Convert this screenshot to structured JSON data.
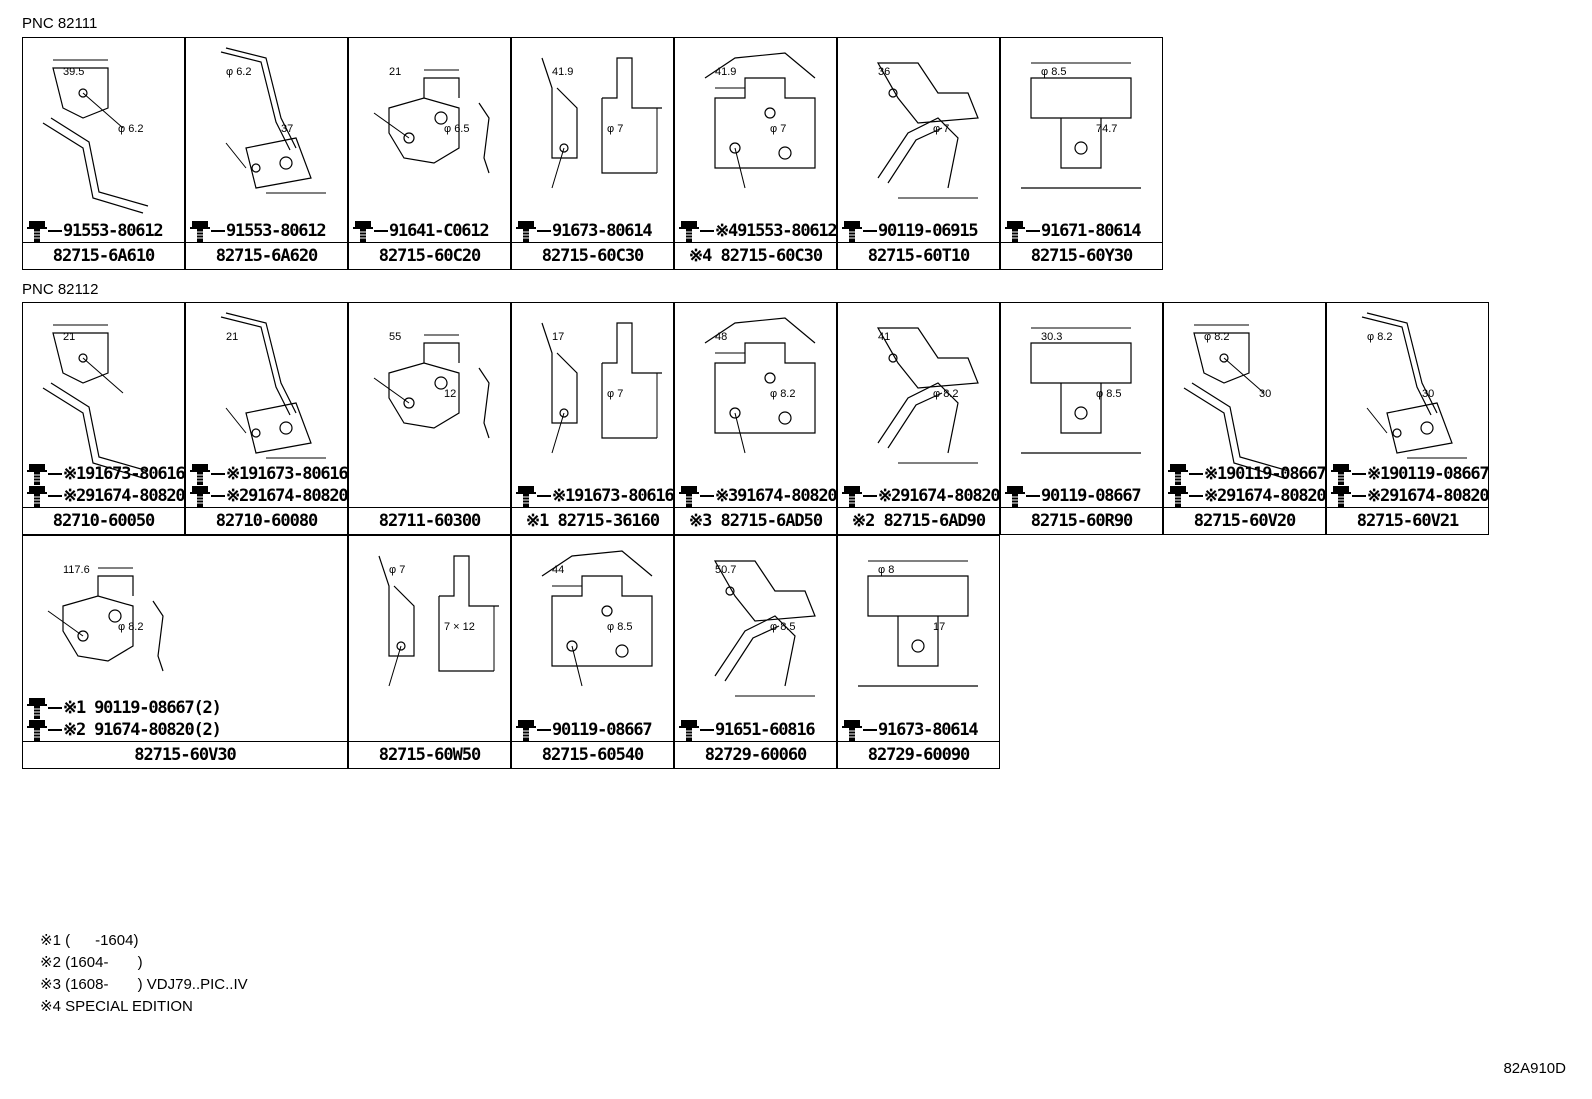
{
  "sections": [
    {
      "title": "PNC 82111"
    },
    {
      "title": "PNC 82112"
    }
  ],
  "cells": [
    {
      "part": "82715-6A610",
      "bolts": [
        "91553-80612"
      ],
      "dims": [
        "39.5",
        "φ 6.2"
      ]
    },
    {
      "part": "82715-6A620",
      "bolts": [
        "91553-80612"
      ],
      "dims": [
        "φ 6.2",
        "37"
      ]
    },
    {
      "part": "82715-60C20",
      "bolts": [
        "91641-C0612"
      ],
      "dims": [
        "21",
        "φ 6.5"
      ]
    },
    {
      "part": "82715-60C30",
      "bolts": [
        "91673-80614"
      ],
      "dims": [
        "41.9",
        "φ 7"
      ]
    },
    {
      "part": "※4 82715-60C30",
      "bolts": [
        "※491553-80612"
      ],
      "dims": [
        "41.9",
        "φ 7"
      ]
    },
    {
      "part": "82715-60T10",
      "bolts": [
        "90119-06915"
      ],
      "dims": [
        "36",
        "φ 7"
      ]
    },
    {
      "part": "82715-60Y30",
      "bolts": [
        "91671-80614"
      ],
      "dims": [
        "φ 8.5",
        "74.7"
      ]
    },
    {
      "part": "82710-60050",
      "bolts": [
        "※191673-80616",
        "※291674-80820"
      ],
      "dims": [
        "21"
      ]
    },
    {
      "part": "82710-60080",
      "bolts": [
        "※191673-80616",
        "※291674-80820"
      ],
      "dims": [
        "21"
      ]
    },
    {
      "part": "82711-60300",
      "bolts": [],
      "dims": [
        "55",
        "12"
      ]
    },
    {
      "part": "※1 82715-36160",
      "bolts": [
        "※191673-80616"
      ],
      "dims": [
        "17",
        "φ 7"
      ]
    },
    {
      "part": "※3 82715-6AD50",
      "bolts": [
        "※391674-80820"
      ],
      "dims": [
        "48",
        "φ 8.2"
      ]
    },
    {
      "part": "※2 82715-6AD90",
      "bolts": [
        "※291674-80820"
      ],
      "dims": [
        "41",
        "φ 8.2"
      ]
    },
    {
      "part": "82715-60R90",
      "bolts": [
        "90119-08667"
      ],
      "dims": [
        "30.3",
        "φ 8.5"
      ]
    },
    {
      "part": "82715-60V20",
      "bolts": [
        "※190119-08667",
        "※291674-80820"
      ],
      "dims": [
        "φ 8.2",
        "30"
      ]
    },
    {
      "part": "82715-60V21",
      "bolts": [
        "※190119-08667",
        "※291674-80820"
      ],
      "dims": [
        "φ 8.2",
        "30"
      ]
    },
    {
      "part": "82715-60V30",
      "bolts": [
        "※1 90119-08667(2)",
        "※2 91674-80820(2)"
      ],
      "dims": [
        "117.6",
        "φ 8.2"
      ]
    },
    {
      "part": "82715-60W50",
      "bolts": [],
      "dims": [
        "φ 7",
        "7 × 12"
      ]
    },
    {
      "part": "82715-60540",
      "bolts": [
        "90119-08667"
      ],
      "dims": [
        "44",
        "φ 8.5"
      ]
    },
    {
      "part": "82729-60060",
      "bolts": [
        "91651-60816"
      ],
      "dims": [
        "50.7",
        "φ 8.5"
      ]
    },
    {
      "part": "82729-60090",
      "bolts": [
        "91673-80614"
      ],
      "dims": [
        "φ 8",
        "17"
      ]
    }
  ],
  "notes": [
    "※1 (      -1604)",
    "※2 (1604-       )",
    "※3 (1608-       ) VDJ79..PIC..IV",
    "※4 SPECIAL EDITION"
  ],
  "diagram_code": "82A910D"
}
